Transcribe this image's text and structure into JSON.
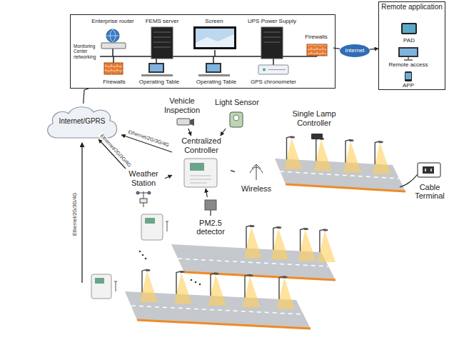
{
  "diagram": {
    "nodes": [
      {
        "text": [
          "Monitoring Center networking"
        ]
      },
      {
        "text": [
          "Enterprise router"
        ],
        "in": 0
      },
      {
        "text": [
          "FEMS server"
        ],
        "in": 0
      },
      {
        "text": [
          "Screen"
        ],
        "in": 0
      },
      {
        "text": [
          "UPS Power Supply"
        ],
        "in": 0
      },
      {
        "text": [
          "Firewalls"
        ],
        "in": 0
      },
      {
        "text": [
          "Operating Table"
        ],
        "in": 0
      },
      {
        "text": [
          "Operating Table"
        ],
        "in": 0
      },
      {
        "text": [
          "GPS chronometer"
        ],
        "in": 0
      },
      {
        "text": [
          "Firewalls"
        ],
        "in": 0
      },
      {
        "text": [
          "Internet"
        ]
      },
      {
        "text": [
          "Remote application"
        ]
      },
      {
        "text": [
          "PAD"
        ],
        "in": 11
      },
      {
        "text": [
          "Remote access"
        ],
        "in": 11
      },
      {
        "text": [
          "APP"
        ],
        "in": 11
      },
      {
        "text": [
          "Internet/GPRS"
        ]
      },
      {
        "text": [
          "Centralized Controller"
        ]
      },
      {
        "text": [
          "Vehicle Inspection"
        ]
      },
      {
        "text": [
          "Light Sensor"
        ]
      },
      {
        "text": [
          "Weather Station"
        ]
      },
      {
        "text": [
          "Wireless"
        ]
      },
      {
        "text": [
          "PM2.5 detector"
        ]
      },
      {
        "text": [
          "Single Lamp Controller"
        ]
      },
      {
        "text": [
          "Cable Terminal"
        ]
      }
    ],
    "edges": [
      {
        "from": 9,
        "to": 10,
        "arrow": "none"
      },
      {
        "from": 10,
        "to": 11,
        "arrow": "to"
      },
      {
        "from": 0,
        "to": 15,
        "arrow": "none"
      },
      {
        "from": 16,
        "to": 15,
        "label": "Ethernet/2G/3G/4G",
        "arrow": "to"
      },
      {
        "from": 19,
        "to": 15,
        "label": "Ethernet/2G/3G/4G",
        "arrow": "to"
      },
      {
        "from": 17,
        "to": 16,
        "arrow": "to"
      },
      {
        "from": 18,
        "to": 16,
        "arrow": "to"
      },
      {
        "from": 19,
        "to": 16,
        "arrow": "to"
      },
      {
        "from": 21,
        "to": 16,
        "arrow": "to"
      },
      {
        "from": 20,
        "to": 16,
        "arrow": "none"
      }
    ],
    "labels": [
      "Ethernet/2G/3G/4G"
    ]
  }
}
